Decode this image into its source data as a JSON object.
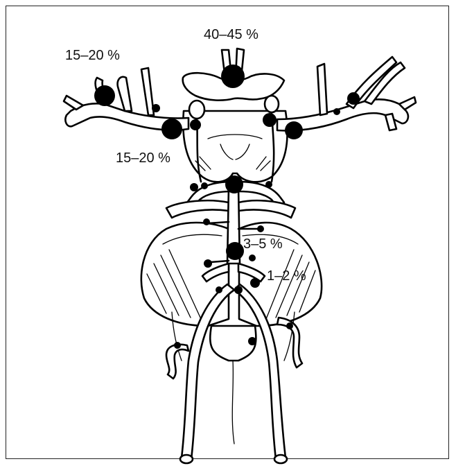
{
  "labels": {
    "acom": "40–45 %",
    "mca": "15–20 %",
    "pcom": "15–20 %",
    "basilar": "3–5 %",
    "vertebral": "1–2 %"
  },
  "colors": {
    "ink": "#000000",
    "paper": "#ffffff",
    "frame": "#222222"
  }
}
